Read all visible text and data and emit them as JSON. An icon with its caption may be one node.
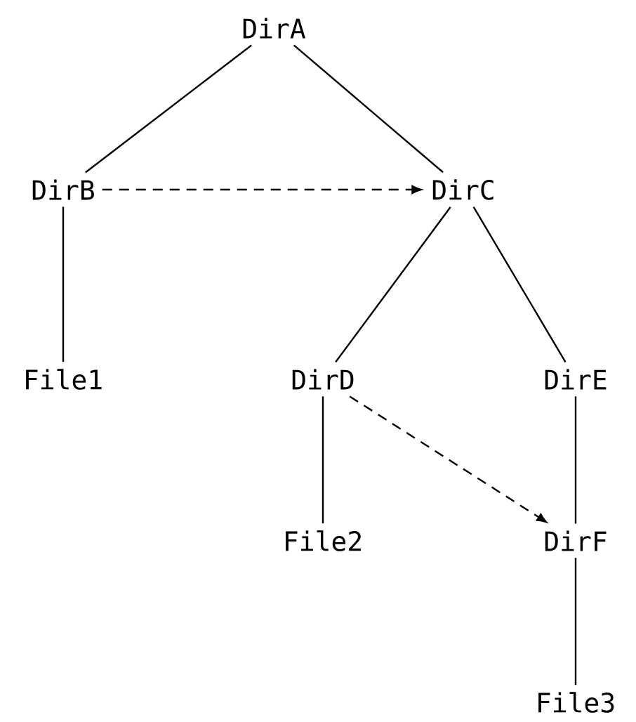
{
  "diagram": {
    "nodes": [
      {
        "text": [
          "DirA"
        ]
      },
      {
        "text": [
          "DirB"
        ]
      },
      {
        "text": [
          "DirC"
        ]
      },
      {
        "text": [
          "File1"
        ]
      },
      {
        "text": [
          "DirD"
        ]
      },
      {
        "text": [
          "DirE"
        ]
      },
      {
        "text": [
          "File2"
        ]
      },
      {
        "text": [
          "DirF"
        ]
      },
      {
        "text": [
          "File3"
        ]
      }
    ],
    "edges": [
      {
        "from": 0,
        "to": 1,
        "arrow": "none"
      },
      {
        "from": 0,
        "to": 2,
        "arrow": "none"
      },
      {
        "from": 1,
        "to": 2,
        "arrow": "to",
        "style": "dashed"
      },
      {
        "from": 1,
        "to": 3,
        "arrow": "none"
      },
      {
        "from": 2,
        "to": 4,
        "arrow": "none"
      },
      {
        "from": 2,
        "to": 5,
        "arrow": "none"
      },
      {
        "from": 4,
        "to": 6,
        "arrow": "none"
      },
      {
        "from": 5,
        "to": 7,
        "arrow": "none"
      },
      {
        "from": 4,
        "to": 7,
        "arrow": "to",
        "style": "dashed"
      },
      {
        "from": 7,
        "to": 8,
        "arrow": "none"
      }
    ]
  }
}
